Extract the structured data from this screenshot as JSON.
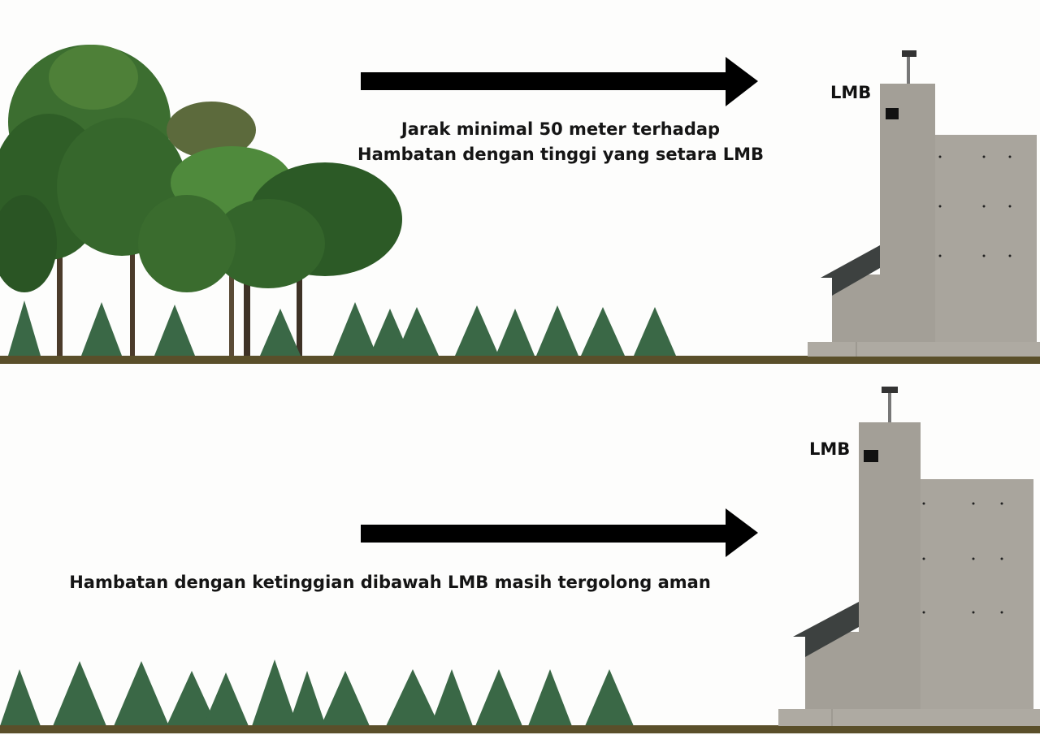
{
  "scenes": [
    {
      "caption_lines": [
        "Jarak minimal 50 meter terhadap",
        "Hambatan dengan tinggi yang setara LMB"
      ],
      "building_label": "LMB",
      "obstacle": "tall-trees"
    },
    {
      "caption_lines": [
        "Hambatan dengan ketinggian dibawah LMB masih tergolong aman"
      ],
      "building_label": "LMB",
      "obstacle": "short-pines"
    }
  ],
  "colors": {
    "background": "#fdfdfc",
    "arrow": "#000000",
    "ground": "#5a4f2a",
    "building_wall": "#a39f97",
    "roof": "#3d4140",
    "foliage_dark": "#2e5a28",
    "foliage_light": "#5b8a3e",
    "pine": "#3a6846"
  }
}
